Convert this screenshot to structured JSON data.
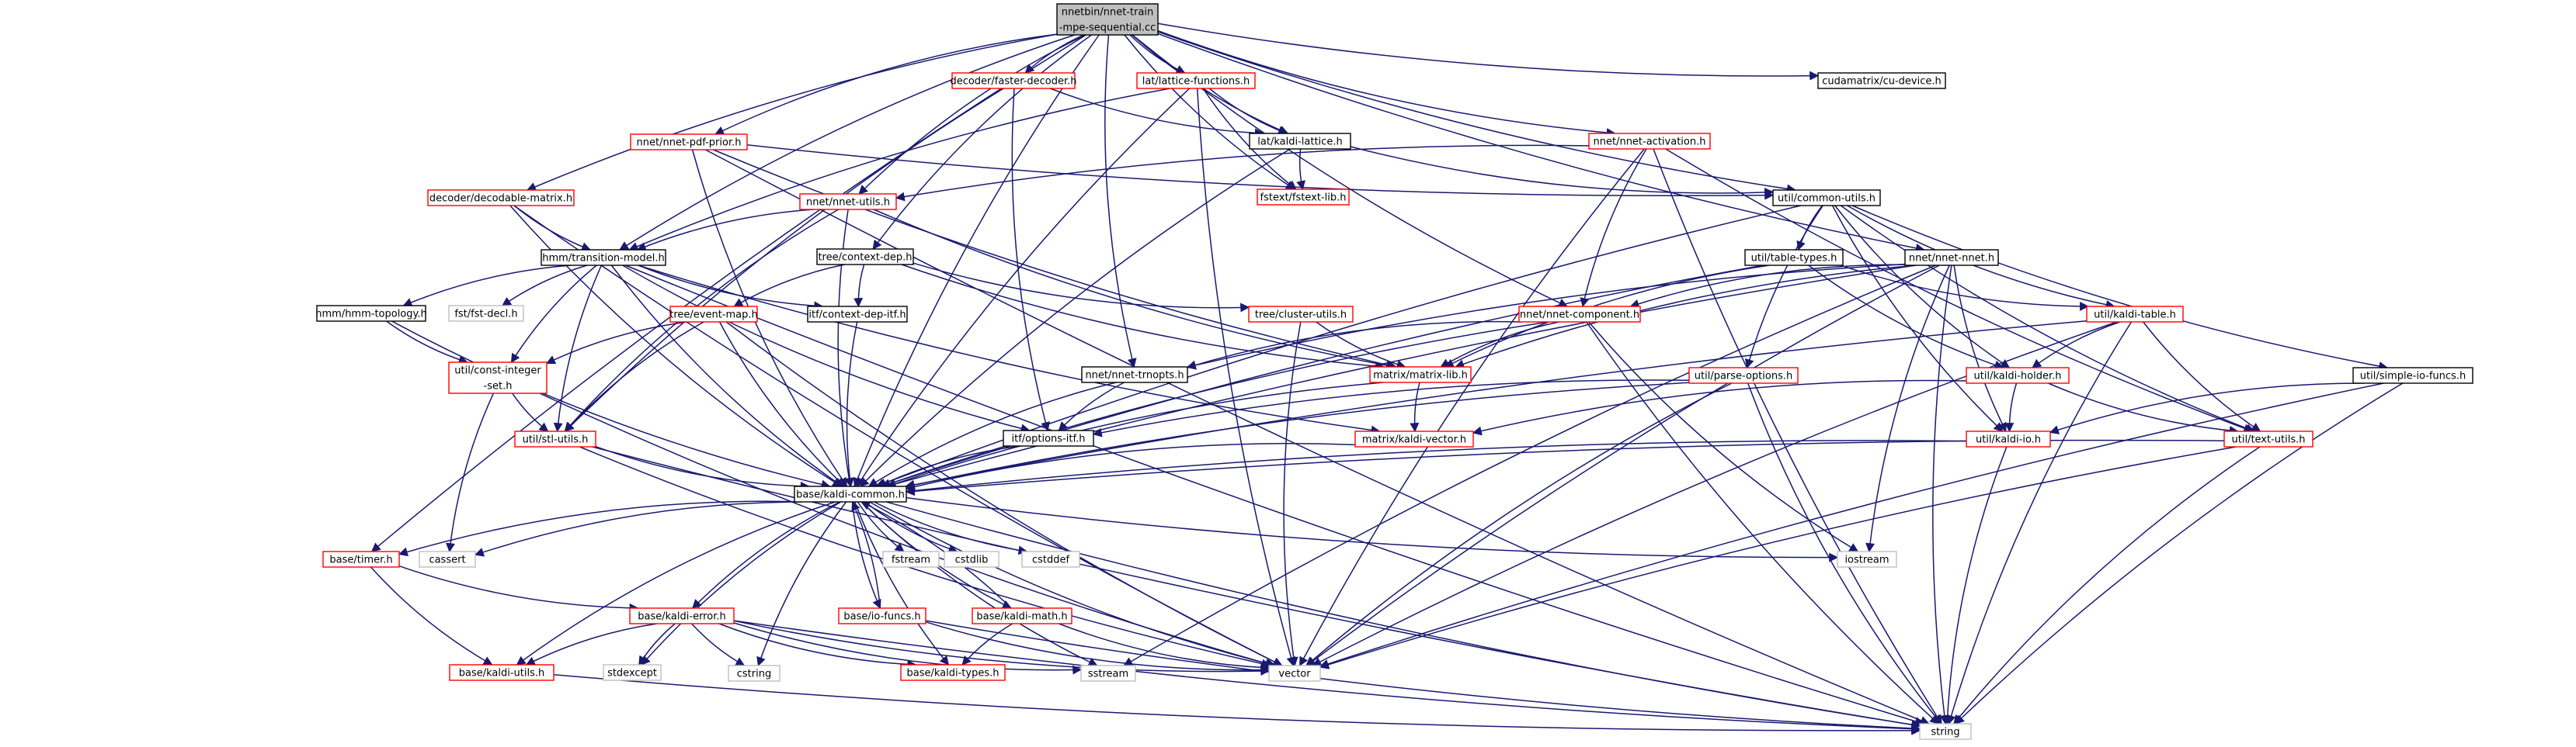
{
  "diagram": {
    "title": "Include dependency graph for nnet-train-mpe-sequential.cc",
    "styles": {
      "root": {
        "fill": "#bfbfbf",
        "stroke": "#000000"
      },
      "black": {
        "fill": "#ffffff",
        "stroke": "#000000"
      },
      "red": {
        "fill": "#ffffff",
        "stroke": "#ff0000"
      },
      "gray": {
        "fill": "#ffffff",
        "stroke": "#bfbfbf"
      },
      "edge": "#191970"
    },
    "nodes": [
      {
        "id": "root",
        "lines": [
          "nnetbin/nnet-train",
          "-mpe-sequential.cc"
        ],
        "style": "root"
      },
      {
        "id": "faster-decoder",
        "lines": [
          "decoder/faster-decoder.h"
        ],
        "style": "red"
      },
      {
        "id": "lattice-functions",
        "lines": [
          "lat/lattice-functions.h"
        ],
        "style": "red"
      },
      {
        "id": "cu-device",
        "lines": [
          "cudamatrix/cu-device.h"
        ],
        "style": "black"
      },
      {
        "id": "nnet-pdf-prior",
        "lines": [
          "nnet/nnet-pdf-prior.h"
        ],
        "style": "red"
      },
      {
        "id": "kaldi-lattice",
        "lines": [
          "lat/kaldi-lattice.h"
        ],
        "style": "black"
      },
      {
        "id": "nnet-activation",
        "lines": [
          "nnet/nnet-activation.h"
        ],
        "style": "red"
      },
      {
        "id": "decodable-matrix",
        "lines": [
          "decoder/decodable-matrix.h"
        ],
        "style": "red"
      },
      {
        "id": "nnet-utils",
        "lines": [
          "nnet/nnet-utils.h"
        ],
        "style": "red"
      },
      {
        "id": "fstext-lib",
        "lines": [
          "fstext/fstext-lib.h"
        ],
        "style": "red"
      },
      {
        "id": "common-utils",
        "lines": [
          "util/common-utils.h"
        ],
        "style": "black"
      },
      {
        "id": "transition-model",
        "lines": [
          "hmm/transition-model.h"
        ],
        "style": "black"
      },
      {
        "id": "context-dep",
        "lines": [
          "tree/context-dep.h"
        ],
        "style": "black"
      },
      {
        "id": "table-types",
        "lines": [
          "util/table-types.h"
        ],
        "style": "black"
      },
      {
        "id": "nnet-nnet",
        "lines": [
          "nnet/nnet-nnet.h"
        ],
        "style": "black"
      },
      {
        "id": "hmm-topology",
        "lines": [
          "hmm/hmm-topology.h"
        ],
        "style": "black"
      },
      {
        "id": "fst-decl",
        "lines": [
          "fst/fst-decl.h"
        ],
        "style": "gray"
      },
      {
        "id": "event-map",
        "lines": [
          "tree/event-map.h"
        ],
        "style": "red"
      },
      {
        "id": "context-dep-itf",
        "lines": [
          "itf/context-dep-itf.h"
        ],
        "style": "black"
      },
      {
        "id": "cluster-utils",
        "lines": [
          "tree/cluster-utils.h"
        ],
        "style": "red"
      },
      {
        "id": "nnet-component",
        "lines": [
          "nnet/nnet-component.h"
        ],
        "style": "red"
      },
      {
        "id": "kaldi-table",
        "lines": [
          "util/kaldi-table.h"
        ],
        "style": "red"
      },
      {
        "id": "const-integer-set",
        "lines": [
          "util/const-integer",
          "-set.h"
        ],
        "style": "red"
      },
      {
        "id": "nnet-trnopts",
        "lines": [
          "nnet/nnet-trnopts.h"
        ],
        "style": "black"
      },
      {
        "id": "matrix-lib",
        "lines": [
          "matrix/matrix-lib.h"
        ],
        "style": "red"
      },
      {
        "id": "parse-options",
        "lines": [
          "util/parse-options.h"
        ],
        "style": "red"
      },
      {
        "id": "kaldi-holder",
        "lines": [
          "util/kaldi-holder.h"
        ],
        "style": "red"
      },
      {
        "id": "simple-io-funcs",
        "lines": [
          "util/simple-io-funcs.h"
        ],
        "style": "black"
      },
      {
        "id": "stl-utils",
        "lines": [
          "util/stl-utils.h"
        ],
        "style": "red"
      },
      {
        "id": "options-itf",
        "lines": [
          "itf/options-itf.h"
        ],
        "style": "black"
      },
      {
        "id": "kaldi-vector",
        "lines": [
          "matrix/kaldi-vector.h"
        ],
        "style": "red"
      },
      {
        "id": "kaldi-io",
        "lines": [
          "util/kaldi-io.h"
        ],
        "style": "red"
      },
      {
        "id": "text-utils",
        "lines": [
          "util/text-utils.h"
        ],
        "style": "red"
      },
      {
        "id": "kaldi-common",
        "lines": [
          "base/kaldi-common.h"
        ],
        "style": "black"
      },
      {
        "id": "timer",
        "lines": [
          "base/timer.h"
        ],
        "style": "red"
      },
      {
        "id": "cassert",
        "lines": [
          "cassert"
        ],
        "style": "gray"
      },
      {
        "id": "fstream",
        "lines": [
          "fstream"
        ],
        "style": "gray"
      },
      {
        "id": "cstdlib",
        "lines": [
          "cstdlib"
        ],
        "style": "gray"
      },
      {
        "id": "cstddef",
        "lines": [
          "cstddef"
        ],
        "style": "gray"
      },
      {
        "id": "iostream",
        "lines": [
          "iostream"
        ],
        "style": "gray"
      },
      {
        "id": "kaldi-error",
        "lines": [
          "base/kaldi-error.h"
        ],
        "style": "red"
      },
      {
        "id": "io-funcs",
        "lines": [
          "base/io-funcs.h"
        ],
        "style": "red"
      },
      {
        "id": "kaldi-math",
        "lines": [
          "base/kaldi-math.h"
        ],
        "style": "red"
      },
      {
        "id": "kaldi-utils",
        "lines": [
          "base/kaldi-utils.h"
        ],
        "style": "red"
      },
      {
        "id": "stdexcept",
        "lines": [
          "stdexcept"
        ],
        "style": "gray"
      },
      {
        "id": "cstring",
        "lines": [
          "cstring"
        ],
        "style": "gray"
      },
      {
        "id": "kaldi-types",
        "lines": [
          "base/kaldi-types.h"
        ],
        "style": "red"
      },
      {
        "id": "sstream",
        "lines": [
          "sstream"
        ],
        "style": "gray"
      },
      {
        "id": "vector",
        "lines": [
          "vector"
        ],
        "style": "gray"
      },
      {
        "id": "string",
        "lines": [
          "string"
        ],
        "style": "gray"
      }
    ],
    "edges": [
      [
        "root",
        "faster-decoder"
      ],
      [
        "root",
        "lattice-functions"
      ],
      [
        "root",
        "cu-device"
      ],
      [
        "root",
        "nnet-pdf-prior"
      ],
      [
        "root",
        "kaldi-lattice"
      ],
      [
        "root",
        "nnet-activation"
      ],
      [
        "root",
        "decodable-matrix"
      ],
      [
        "root",
        "nnet-utils"
      ],
      [
        "root",
        "fstext-lib"
      ],
      [
        "root",
        "common-utils"
      ],
      [
        "root",
        "transition-model"
      ],
      [
        "root",
        "context-dep"
      ],
      [
        "root",
        "nnet-nnet"
      ],
      [
        "root",
        "nnet-component"
      ],
      [
        "root",
        "nnet-trnopts"
      ],
      [
        "root",
        "timer"
      ],
      [
        "root",
        "kaldi-common"
      ],
      [
        "faster-decoder",
        "kaldi-lattice"
      ],
      [
        "faster-decoder",
        "options-itf"
      ],
      [
        "faster-decoder",
        "stl-utils"
      ],
      [
        "lattice-functions",
        "kaldi-lattice"
      ],
      [
        "lattice-functions",
        "fstext-lib"
      ],
      [
        "lattice-functions",
        "transition-model"
      ],
      [
        "lattice-functions",
        "kaldi-common"
      ],
      [
        "lattice-functions",
        "vector"
      ],
      [
        "kaldi-lattice",
        "fstext-lib"
      ],
      [
        "kaldi-lattice",
        "common-utils"
      ],
      [
        "kaldi-lattice",
        "kaldi-common"
      ],
      [
        "nnet-pdf-prior",
        "common-utils"
      ],
      [
        "nnet-pdf-prior",
        "matrix-lib"
      ],
      [
        "nnet-pdf-prior",
        "kaldi-common"
      ],
      [
        "nnet-pdf-prior",
        "string"
      ],
      [
        "nnet-activation",
        "nnet-component"
      ],
      [
        "nnet-activation",
        "nnet-utils"
      ],
      [
        "nnet-activation",
        "text-utils"
      ],
      [
        "nnet-activation",
        "vector"
      ],
      [
        "nnet-activation",
        "string"
      ],
      [
        "decodable-matrix",
        "transition-model"
      ],
      [
        "decodable-matrix",
        "kaldi-common"
      ],
      [
        "decodable-matrix",
        "vector"
      ],
      [
        "nnet-utils",
        "transition-model"
      ],
      [
        "nnet-utils",
        "kaldi-common"
      ],
      [
        "nnet-utils",
        "stl-utils"
      ],
      [
        "nnet-utils",
        "matrix-lib"
      ],
      [
        "common-utils",
        "table-types"
      ],
      [
        "common-utils",
        "kaldi-table"
      ],
      [
        "common-utils",
        "kaldi-holder"
      ],
      [
        "common-utils",
        "kaldi-io"
      ],
      [
        "common-utils",
        "text-utils"
      ],
      [
        "common-utils",
        "parse-options"
      ],
      [
        "common-utils",
        "simple-io-funcs"
      ],
      [
        "common-utils",
        "kaldi-common"
      ],
      [
        "transition-model",
        "hmm-topology"
      ],
      [
        "transition-model",
        "fst-decl"
      ],
      [
        "transition-model",
        "context-dep-itf"
      ],
      [
        "transition-model",
        "const-integer-set"
      ],
      [
        "transition-model",
        "options-itf"
      ],
      [
        "transition-model",
        "kaldi-vector"
      ],
      [
        "transition-model",
        "kaldi-common"
      ],
      [
        "transition-model",
        "stl-utils"
      ],
      [
        "transition-model",
        "string"
      ],
      [
        "context-dep",
        "event-map"
      ],
      [
        "context-dep",
        "context-dep-itf"
      ],
      [
        "context-dep",
        "matrix-lib"
      ],
      [
        "context-dep",
        "cluster-utils"
      ],
      [
        "table-types",
        "kaldi-table"
      ],
      [
        "table-types",
        "kaldi-holder"
      ],
      [
        "table-types",
        "matrix-lib"
      ],
      [
        "table-types",
        "kaldi-common"
      ],
      [
        "nnet-nnet",
        "nnet-component"
      ],
      [
        "nnet-nnet",
        "nnet-trnopts"
      ],
      [
        "nnet-nnet",
        "matrix-lib"
      ],
      [
        "nnet-nnet",
        "kaldi-io"
      ],
      [
        "nnet-nnet",
        "iostream"
      ],
      [
        "nnet-nnet",
        "sstream"
      ],
      [
        "nnet-nnet",
        "vector"
      ],
      [
        "nnet-nnet",
        "string"
      ],
      [
        "nnet-nnet",
        "kaldi-common"
      ],
      [
        "hmm-topology",
        "const-integer-set"
      ],
      [
        "hmm-topology",
        "kaldi-common"
      ],
      [
        "event-map",
        "const-integer-set"
      ],
      [
        "event-map",
        "stl-utils"
      ],
      [
        "event-map",
        "kaldi-common"
      ],
      [
        "event-map",
        "vector"
      ],
      [
        "context-dep-itf",
        "kaldi-common"
      ],
      [
        "cluster-utils",
        "matrix-lib"
      ],
      [
        "cluster-utils",
        "vector"
      ],
      [
        "nnet-component",
        "nnet-trnopts"
      ],
      [
        "nnet-component",
        "matrix-lib"
      ],
      [
        "nnet-component",
        "iostream"
      ],
      [
        "nnet-component",
        "kaldi-common"
      ],
      [
        "nnet-component",
        "string"
      ],
      [
        "kaldi-table",
        "kaldi-holder"
      ],
      [
        "kaldi-table",
        "text-utils"
      ],
      [
        "kaldi-table",
        "kaldi-common"
      ],
      [
        "kaldi-table",
        "vector"
      ],
      [
        "kaldi-table",
        "string"
      ],
      [
        "const-integer-set",
        "stl-utils"
      ],
      [
        "const-integer-set",
        "cassert"
      ],
      [
        "const-integer-set",
        "vector"
      ],
      [
        "nnet-trnopts",
        "options-itf"
      ],
      [
        "nnet-trnopts",
        "kaldi-common"
      ],
      [
        "matrix-lib",
        "kaldi-vector"
      ],
      [
        "matrix-lib",
        "kaldi-common"
      ],
      [
        "parse-options",
        "options-itf"
      ],
      [
        "parse-options",
        "kaldi-common"
      ],
      [
        "parse-options",
        "vector"
      ],
      [
        "parse-options",
        "string"
      ],
      [
        "kaldi-holder",
        "kaldi-io"
      ],
      [
        "kaldi-holder",
        "text-utils"
      ],
      [
        "kaldi-holder",
        "kaldi-vector"
      ],
      [
        "simple-io-funcs",
        "kaldi-io"
      ],
      [
        "simple-io-funcs",
        "vector"
      ],
      [
        "simple-io-funcs",
        "string"
      ],
      [
        "stl-utils",
        "kaldi-common"
      ],
      [
        "stl-utils",
        "vector"
      ],
      [
        "stl-utils",
        "string"
      ],
      [
        "options-itf",
        "kaldi-common"
      ],
      [
        "kaldi-vector",
        "kaldi-common"
      ],
      [
        "kaldi-io",
        "kaldi-common"
      ],
      [
        "kaldi-io",
        "string"
      ],
      [
        "text-utils",
        "kaldi-common"
      ],
      [
        "text-utils",
        "vector"
      ],
      [
        "text-utils",
        "string"
      ],
      [
        "kaldi-common",
        "timer"
      ],
      [
        "kaldi-common",
        "cassert"
      ],
      [
        "kaldi-common",
        "fstream"
      ],
      [
        "kaldi-common",
        "cstdlib"
      ],
      [
        "kaldi-common",
        "cstddef"
      ],
      [
        "kaldi-common",
        "iostream"
      ],
      [
        "kaldi-common",
        "kaldi-error"
      ],
      [
        "kaldi-common",
        "io-funcs"
      ],
      [
        "kaldi-common",
        "kaldi-math"
      ],
      [
        "kaldi-common",
        "kaldi-utils"
      ],
      [
        "kaldi-common",
        "stdexcept"
      ],
      [
        "kaldi-common",
        "cstring"
      ],
      [
        "kaldi-common",
        "kaldi-types"
      ],
      [
        "kaldi-common",
        "sstream"
      ],
      [
        "kaldi-common",
        "vector"
      ],
      [
        "kaldi-common",
        "string"
      ],
      [
        "timer",
        "kaldi-error"
      ],
      [
        "timer",
        "kaldi-utils"
      ],
      [
        "kaldi-error",
        "kaldi-utils"
      ],
      [
        "kaldi-error",
        "stdexcept"
      ],
      [
        "kaldi-error",
        "cstring"
      ],
      [
        "kaldi-error",
        "kaldi-types"
      ],
      [
        "kaldi-error",
        "sstream"
      ],
      [
        "kaldi-error",
        "vector"
      ],
      [
        "kaldi-error",
        "string"
      ],
      [
        "io-funcs",
        "kaldi-common"
      ],
      [
        "io-funcs",
        "vector"
      ],
      [
        "io-funcs",
        "string"
      ],
      [
        "kaldi-math",
        "kaldi-common"
      ],
      [
        "kaldi-math",
        "kaldi-types"
      ],
      [
        "kaldi-math",
        "vector"
      ],
      [
        "kaldi-utils",
        "string"
      ]
    ]
  }
}
